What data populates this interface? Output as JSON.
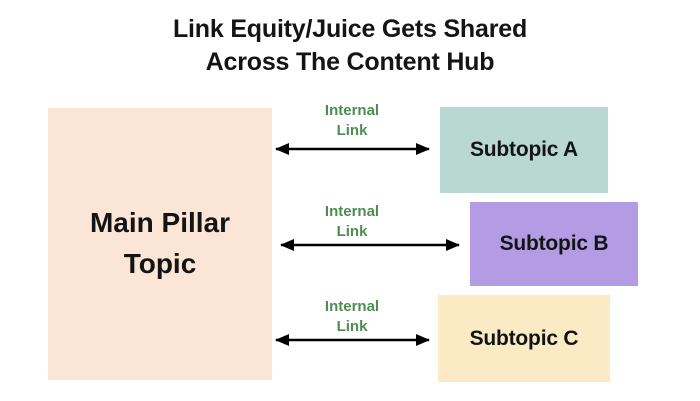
{
  "title": {
    "line1": "Link Equity/Juice Gets Shared",
    "line2": "Across The Content Hub"
  },
  "main_pillar": {
    "label": "Main Pillar Topic",
    "color": "#FBE5D6"
  },
  "links": [
    {
      "label": "Internal Link"
    },
    {
      "label": "Internal Link"
    },
    {
      "label": "Internal Link"
    }
  ],
  "subtopics": [
    {
      "label": "Subtopic A",
      "color": "#B9D8D2"
    },
    {
      "label": "Subtopic B",
      "color": "#B39CE4"
    },
    {
      "label": "Subtopic C",
      "color": "#FAEBC4"
    }
  ],
  "colors": {
    "background": "#FFFFFF",
    "title_text": "#141414",
    "box_text": "#141414",
    "link_label_text": "#4E8C52",
    "arrow": "#000000"
  }
}
